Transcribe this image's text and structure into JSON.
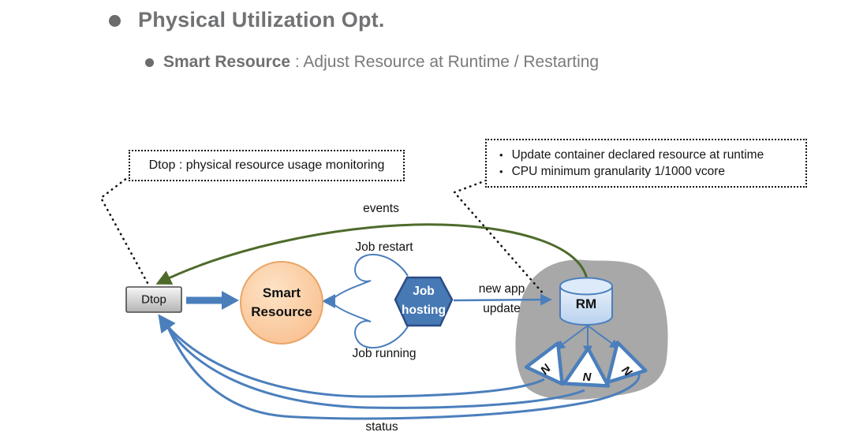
{
  "slide": {
    "title": "Physical Utilization Opt.",
    "subtitle_bold": "Smart Resource",
    "subtitle_rest": " : Adjust Resource at Runtime / Restarting"
  },
  "callouts": {
    "bullet_char": "•",
    "left": "Dtop : physical resource usage monitoring",
    "right_bullets": [
      "Update container declared resource at runtime",
      "CPU minimum granularity 1/1000 vcore"
    ]
  },
  "nodes": {
    "dtop": "Dtop",
    "smart_resource": [
      "Smart",
      "Resource"
    ],
    "job_hosting": [
      "Job",
      "hosting"
    ],
    "rm": "RM",
    "node_manager": "N"
  },
  "edges": {
    "events": "events",
    "job_restart": "Job restart",
    "job_running": "Job running",
    "new_app": [
      "new app",
      "update"
    ],
    "status": "status"
  },
  "colors": {
    "accent_blue": "#4b7fbc",
    "hex_fill": "#4779b4",
    "hex_border": "#2a4d88",
    "events_green": "#4e6b2b",
    "circle_fill": "#fbc996",
    "circle_border": "#e9a566",
    "blob_gray": "#a8a8a8",
    "cylinder_fill": "#cfe0f4",
    "title_gray": "#717274"
  }
}
